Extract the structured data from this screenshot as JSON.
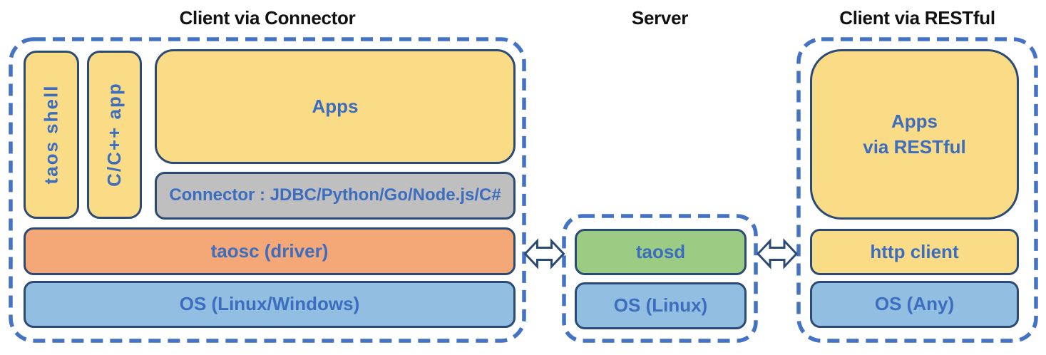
{
  "colors": {
    "canvas-bg": "#FFFFFF",
    "box-yellow": "#FBDC86",
    "box-orange": "#F4A878",
    "box-blue": "#92BEE2",
    "box-green": "#9CCB83",
    "box-gray": "#BFBFBF",
    "box-border": "#2B4A75",
    "label-blue": "#3C6DBE",
    "dash-blue": "#4472C4",
    "title-black": "#111111"
  },
  "icons": {
    "left_link": "double-arrow-icon",
    "right_link": "double-arrow-icon"
  },
  "sections": {
    "connector_client": {
      "title": "Client via Connector",
      "boxes": {
        "taos_shell": "taos shell",
        "cpp_app": "C/C++ app",
        "apps": "Apps",
        "connector": "Connector : JDBC/Python/Go/Node.js/C#",
        "taosc": "taosc (driver)",
        "os": "OS (Linux/Windows)"
      }
    },
    "server": {
      "title": "Server",
      "boxes": {
        "taosd": "taosd",
        "os": "OS (Linux)"
      }
    },
    "restful_client": {
      "title": "Client via RESTful",
      "boxes": {
        "apps": "Apps\nvia RESTful",
        "http_client": "http client",
        "os": "OS (Any)"
      }
    }
  }
}
